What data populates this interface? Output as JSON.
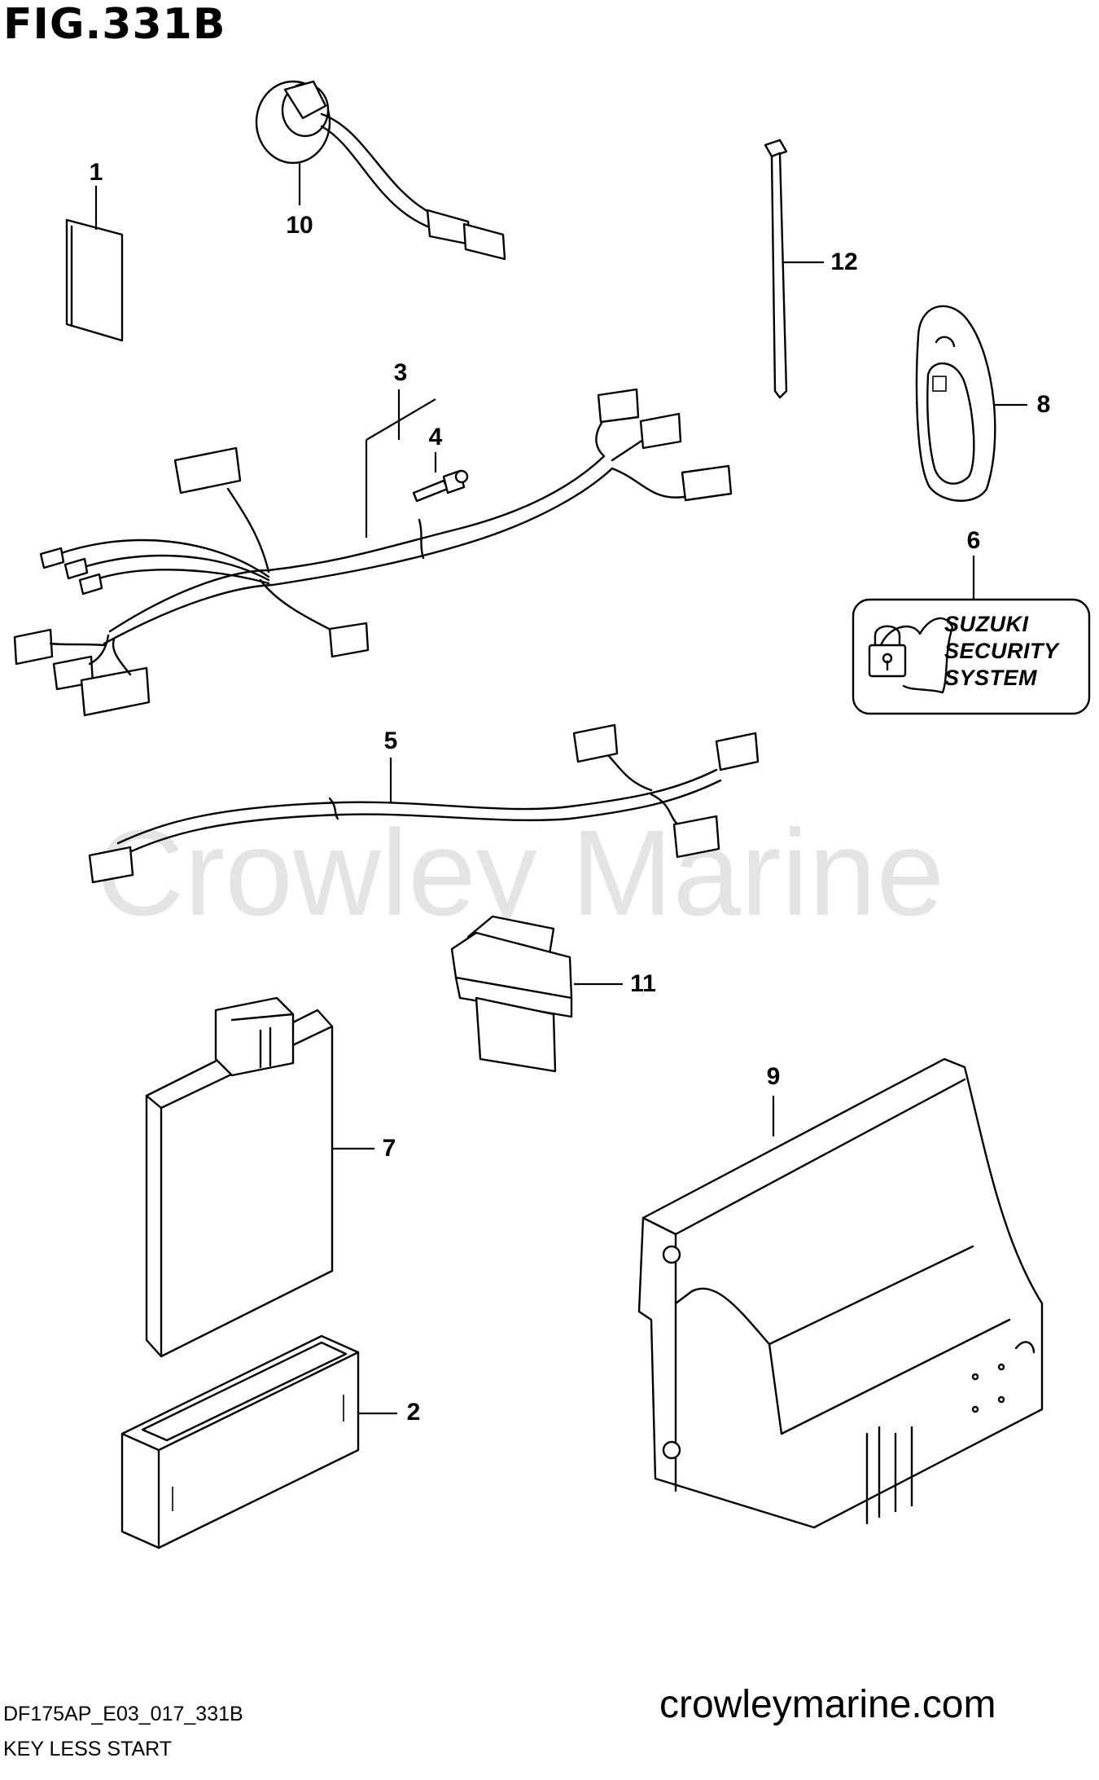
{
  "figure": {
    "title": "FIG.331B",
    "code": "DF175AP_E03_017_331B",
    "subtitle": "KEY LESS START"
  },
  "watermark": "Crowley Marine",
  "website": "crowleymarine.com",
  "security_label": {
    "line1": "SUZUKI",
    "line2": "SECURITY",
    "line3": "SYSTEM"
  },
  "callouts": {
    "c1": "1",
    "c2": "2",
    "c3": "3",
    "c4": "4",
    "c5": "5",
    "c6": "6",
    "c7": "7",
    "c8": "8",
    "c9": "9",
    "c10": "10",
    "c11": "11",
    "c12": "12"
  }
}
